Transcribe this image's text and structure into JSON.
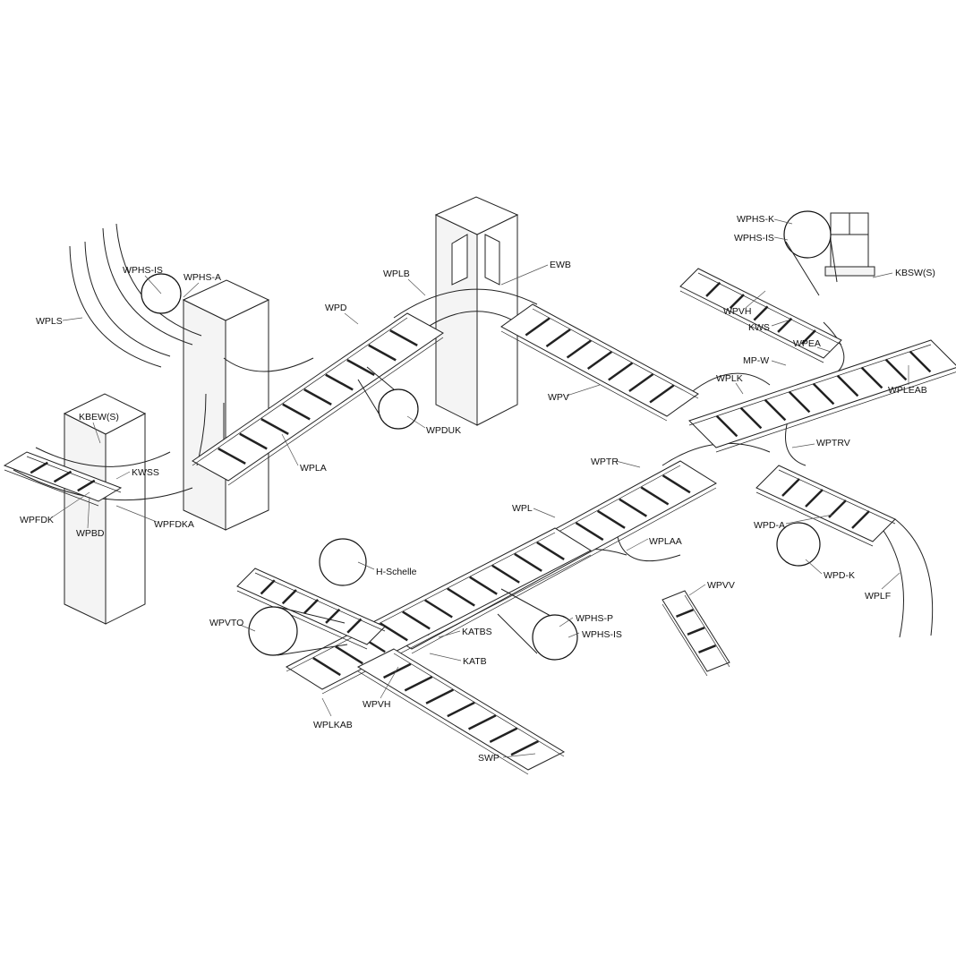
{
  "title": "Cable ladder system overview",
  "labels": {
    "wpls": "WPLS",
    "wphs_is_left": "WPHS-IS",
    "wphs_a": "WPHS-A",
    "wpd": "WPD",
    "wplb": "WPLB",
    "ewb": "EWB",
    "wphs_k": "WPHS-K",
    "wphs_is_top": "WPHS-IS",
    "kbsw_s": "KBSW(S)",
    "wpvh_top": "WPVH",
    "kws": "KWS",
    "wpea": "WPEA",
    "mp_w": "MP-W",
    "wplk": "WPLK",
    "wpleab": "WPLEAB",
    "wpv": "WPV",
    "wpduk": "WPDUK",
    "kbew_s": "KBEW(S)",
    "kwss": "KWSS",
    "wpla": "WPLA",
    "wptrv": "WPTRV",
    "wptr": "WPTR",
    "wpfdk": "WPFDK",
    "wpbd": "WPBD",
    "wpfdka": "WPFDKA",
    "wpl": "WPL",
    "wpd_a": "WPD-A",
    "wplaa": "WPLAA",
    "h_schelle": "H-Schelle",
    "wpd_k": "WPD-K",
    "wpvv": "WPVV",
    "wplf": "WPLF",
    "wpvto": "WPVTO",
    "wphs_p": "WPHS-P",
    "wphs_is_bottom": "WPHS-IS",
    "katbs": "KATBS",
    "katb": "KATB",
    "wpvh_bottom": "WPVH",
    "wplkab": "WPLKAB",
    "swp": "SWP"
  }
}
